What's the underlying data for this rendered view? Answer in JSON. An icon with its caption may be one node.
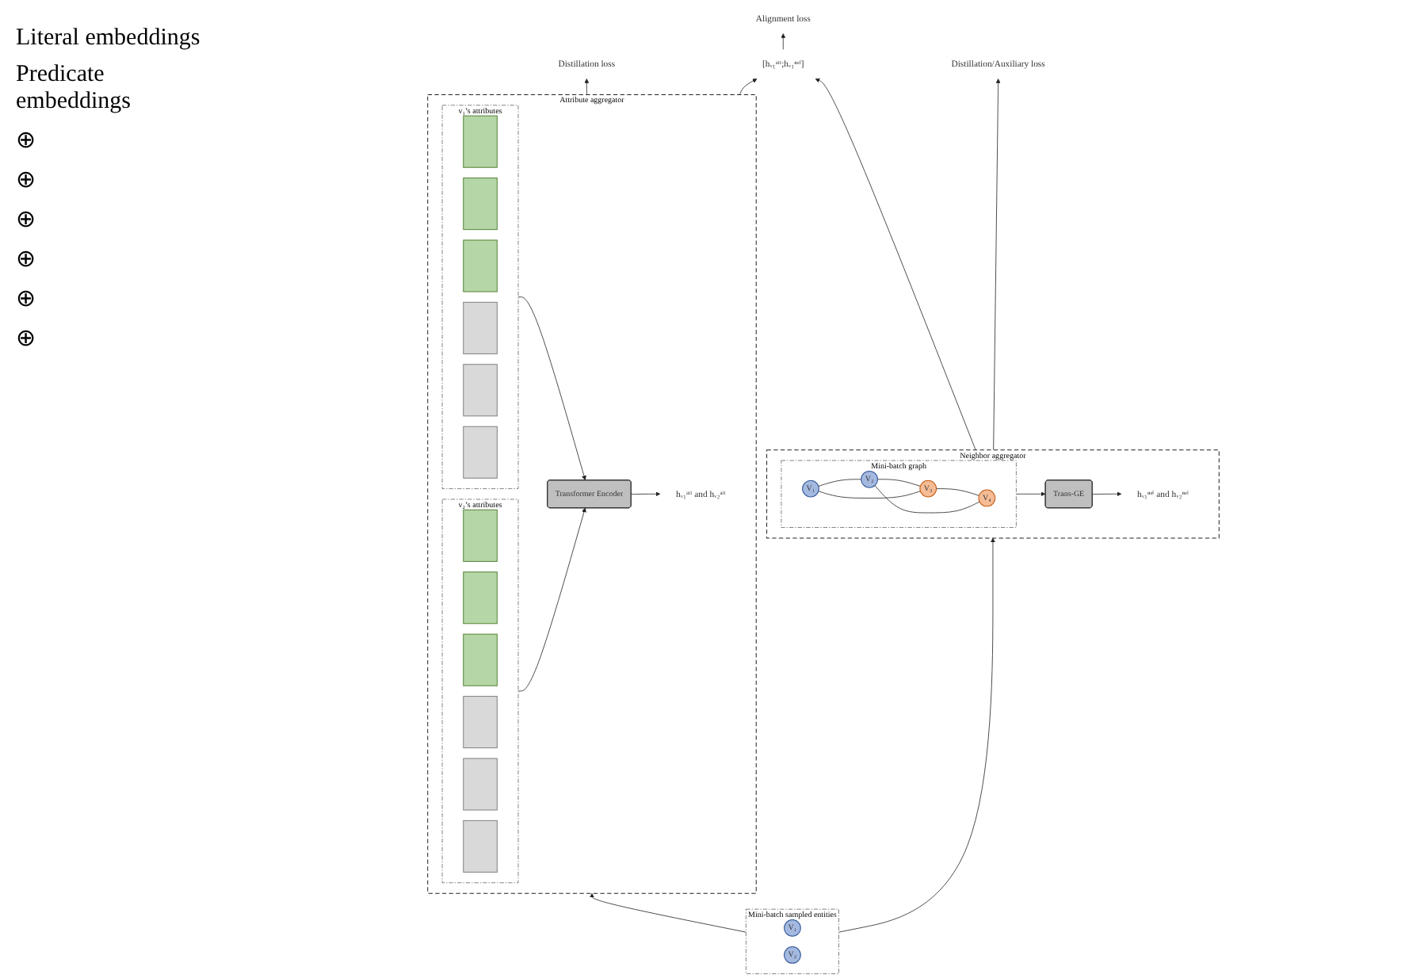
{
  "diagram": {
    "nodes": [
      {
        "text": [
          "Alignment loss"
        ]
      },
      {
        "text": [
          "[hᵥ₁ᵃᵗᵗ;hᵥ₁ⁿᵉⁱ]"
        ]
      },
      {
        "text": [
          "Distillation loss"
        ]
      },
      {
        "text": [
          "Distillation/Auxiliary loss"
        ]
      },
      {
        "text": [
          "Attribute aggregator"
        ]
      },
      {
        "text": [
          "hᵥ₁ᵃᵗᵗ and hᵥ₂ᵃᵗᵗ"
        ],
        "in": 4
      },
      {
        "text": [
          "Transformer Encoder"
        ],
        "in": 4
      },
      {
        "text": [
          "v₁’s attributes"
        ],
        "in": 4
      },
      {
        "text": [],
        "shape": "bar",
        "in": 7
      },
      {
        "text": [],
        "shape": "bar",
        "in": 7
      },
      {
        "text": [],
        "shape": "bar",
        "in": 7
      },
      {
        "text": [],
        "shape": "bar",
        "in": 7
      },
      {
        "text": [],
        "shape": "bar",
        "in": 7
      },
      {
        "text": [],
        "shape": "bar",
        "in": 7
      },
      {
        "text": [
          "v₂’s attributes"
        ],
        "in": 4
      },
      {
        "text": [],
        "shape": "bar",
        "in": 14
      },
      {
        "text": [],
        "shape": "bar",
        "in": 14
      },
      {
        "text": [],
        "shape": "bar",
        "in": 14
      },
      {
        "text": [],
        "shape": "bar",
        "in": 14
      },
      {
        "text": [],
        "shape": "bar",
        "in": 14
      },
      {
        "text": [],
        "shape": "bar",
        "in": 14
      },
      {
        "text": [
          "Neighbor aggregator"
        ]
      },
      {
        "text": [
          "hᵥ₁ⁿᵉⁱ and hᵥ₂ⁿᵉⁱ"
        ],
        "in": 21
      },
      {
        "text": [
          "Trans-GE"
        ],
        "in": 21
      },
      {
        "text": [
          "Mini-batch graph"
        ],
        "in": 21
      },
      {
        "text": [
          "V₁"
        ],
        "in": 24
      },
      {
        "text": [
          "V₂"
        ],
        "in": 24
      },
      {
        "text": [
          "V₃"
        ],
        "in": 24
      },
      {
        "text": [
          "V₄"
        ],
        "in": 24
      },
      {
        "text": [
          "Mini-batch sampled entities"
        ]
      },
      {
        "text": [
          "V₁"
        ],
        "in": 29
      },
      {
        "text": [
          "V₂"
        ],
        "in": 29
      }
    ],
    "edges": [
      {
        "from": 1,
        "to": 0,
        "arrow": "to"
      },
      {
        "from": 4,
        "to": 2,
        "arrow": "to"
      },
      {
        "from": 4,
        "to": 1,
        "arrow": "to"
      },
      {
        "from": 21,
        "to": 1,
        "arrow": "to"
      },
      {
        "from": 21,
        "to": 3,
        "arrow": "to"
      },
      {
        "from": 6,
        "to": 5,
        "arrow": "to"
      },
      {
        "from": 7,
        "to": 6,
        "arrow": "to"
      },
      {
        "from": 14,
        "to": 6,
        "arrow": "to"
      },
      {
        "from": 23,
        "to": 22,
        "arrow": "to"
      },
      {
        "from": 24,
        "to": 23,
        "arrow": "to"
      },
      {
        "from": 25,
        "to": 26,
        "arrow": "none"
      },
      {
        "from": 26,
        "to": 27,
        "arrow": "none"
      },
      {
        "from": 27,
        "to": 28,
        "arrow": "none"
      },
      {
        "from": 26,
        "to": 28,
        "arrow": "none"
      },
      {
        "from": 25,
        "to": 27,
        "arrow": "none"
      },
      {
        "from": 29,
        "to": 4,
        "arrow": "to"
      },
      {
        "from": 29,
        "to": 21,
        "arrow": "to"
      }
    ],
    "labels": [
      "Literal embeddings",
      "Predicate embeddings",
      "⊕",
      "⊕",
      "⊕",
      "⊕",
      "⊕",
      "⊕"
    ]
  }
}
